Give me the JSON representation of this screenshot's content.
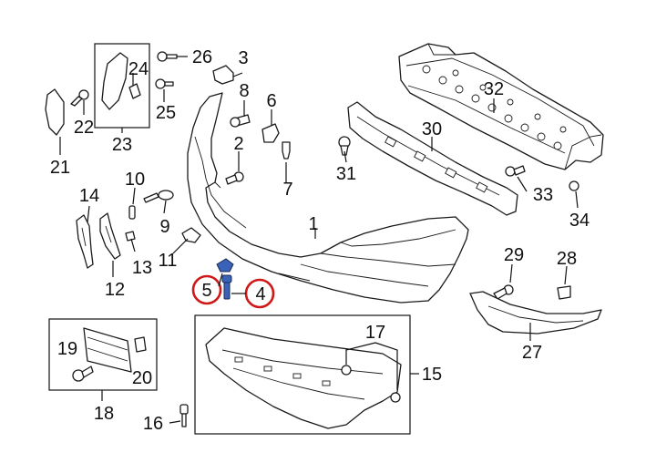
{
  "diagram": {
    "highlight_color": "#d01818",
    "clip_color": "#3a62b8",
    "callouts": {
      "c1": "1",
      "c2": "2",
      "c3": "3",
      "c4": "4",
      "c5": "5",
      "c6": "6",
      "c7": "7",
      "c8": "8",
      "c9": "9",
      "c10": "10",
      "c11": "11",
      "c12": "12",
      "c13": "13",
      "c14": "14",
      "c15": "15",
      "c16": "16",
      "c17": "17",
      "c18": "18",
      "c19": "19",
      "c20": "20",
      "c21": "21",
      "c22": "22",
      "c23": "23",
      "c24": "24",
      "c25": "25",
      "c26": "26",
      "c27": "27",
      "c28": "28",
      "c29": "29",
      "c30": "30",
      "c31": "31",
      "c32": "32",
      "c33": "33",
      "c34": "34"
    },
    "highlighted_callouts": [
      "c4",
      "c5"
    ]
  }
}
